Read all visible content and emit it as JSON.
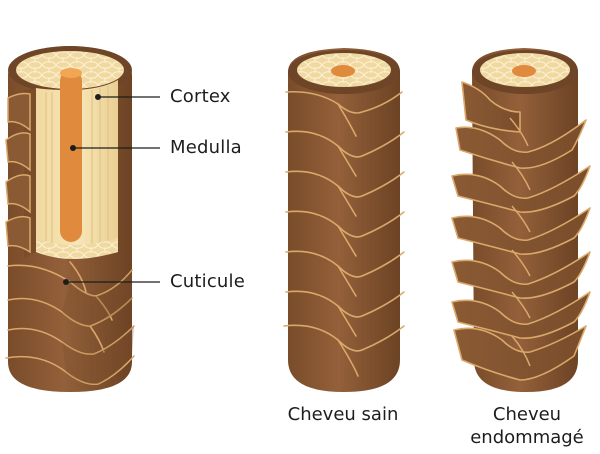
{
  "diagram": {
    "title": "Structure du cheveu",
    "labels": {
      "cortex": "Cortex",
      "medulla": "Medulla",
      "cuticule": "Cuticule"
    },
    "captions": {
      "healthy": "Cheveu sain",
      "damaged_line1": "Cheveu",
      "damaged_line2": "endommagé"
    },
    "colors": {
      "cuticle": "#8b5a33",
      "cuticle_dark": "#6e4526",
      "cuticle_edge": "#d9a86a",
      "cortex": "#f3dfa8",
      "cortex_cells": "#fbeed0",
      "medulla": "#e08a3e",
      "medulla_top": "#f2a552",
      "text": "#1d1d1b"
    }
  }
}
